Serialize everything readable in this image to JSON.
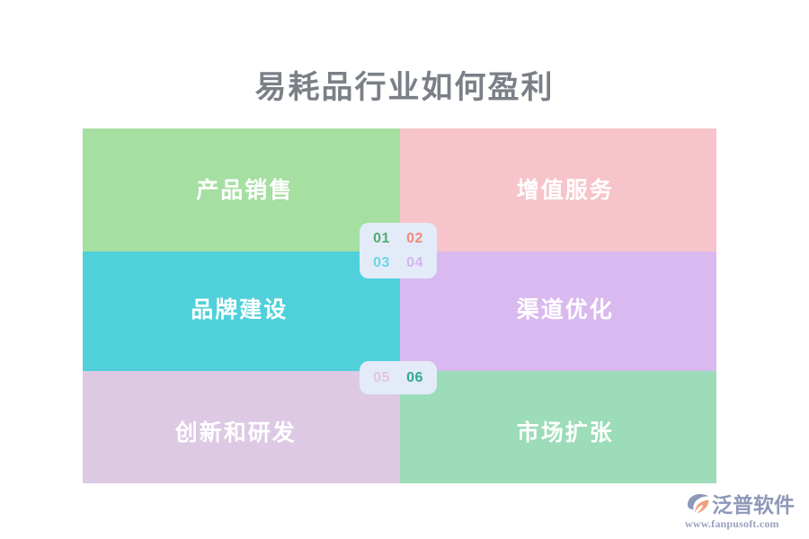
{
  "page": {
    "background_color": "#ffffff",
    "title": "易耗品行业如何盈利",
    "title_color": "#7b7f87"
  },
  "matrix": {
    "cells": [
      {
        "number": "01",
        "label": "产品销售",
        "bg_color": "#a5dfa2",
        "number_color": "#4fae6e"
      },
      {
        "number": "02",
        "label": "增值服务",
        "bg_color": "#f6c4ca",
        "number_color": "#f08a7d"
      },
      {
        "number": "03",
        "label": "品牌建设",
        "bg_color": "#4fd0da",
        "number_color": "#6cd7e3"
      },
      {
        "number": "04",
        "label": "渠道优化",
        "bg_color": "#d9b9ef",
        "number_color": "#d4b5ee"
      },
      {
        "number": "05",
        "label": "创新和研发",
        "bg_color": "#ddc9e4",
        "number_color": "#e2c6e0"
      },
      {
        "number": "06",
        "label": "市场扩张",
        "bg_color": "#9cdcb8",
        "number_color": "#34a98a"
      }
    ],
    "label_color": "#ffffff"
  },
  "badges": {
    "badge_bg_color": "#e3ebf8",
    "top": {
      "items": [
        "01",
        "02",
        "03",
        "04"
      ]
    },
    "bottom": {
      "items": [
        "05",
        "06"
      ]
    }
  },
  "logo": {
    "brand": "泛普软件",
    "url": "www.fanpusoft.com",
    "brand_color": "#8e98b8",
    "mark_accent_color": "#f0a07a"
  }
}
